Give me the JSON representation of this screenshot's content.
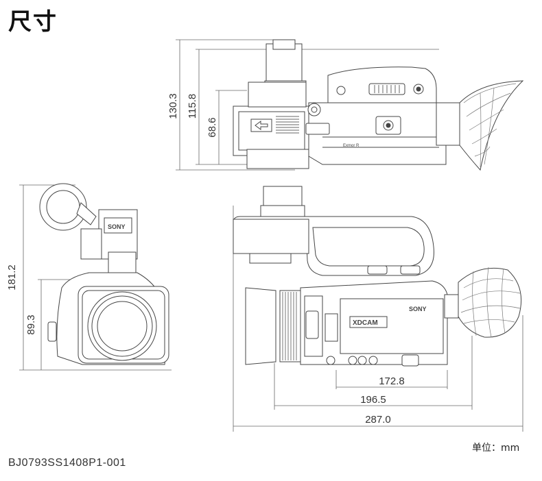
{
  "title": "尺寸",
  "unit_label": "单位：mm",
  "document_code": "BJ0793SS1408P1-001",
  "brand_text": "SONY",
  "badge_text": "XDCAM",
  "dimensions": {
    "top_view_height_total": "130.3",
    "top_view_height_mid": "115.8",
    "top_view_height_low": "68.6",
    "front_view_height_total": "181.2",
    "front_view_height_lens": "89.3",
    "side_view_width_1": "172.8",
    "side_view_width_2": "196.5",
    "side_view_width_total": "287.0"
  }
}
